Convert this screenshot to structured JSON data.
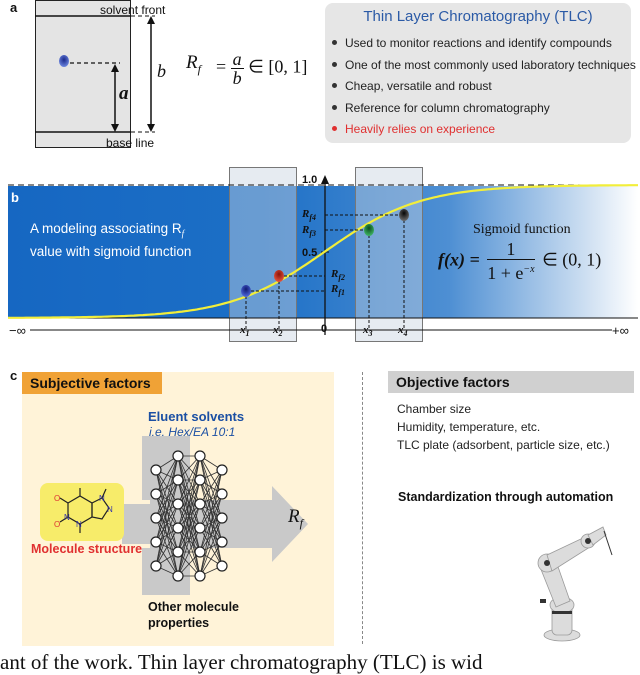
{
  "panel_a": {
    "label": "a",
    "solvent_front": "solvent front",
    "base_line": "base line",
    "a_label": "a",
    "b_label": "b",
    "formula_lhs": "R",
    "formula_sub": "f",
    "formula_rhs": "= a / b ∈ [0, 1]",
    "tlc_box": {
      "title": "Thin Layer Chromatography (TLC)",
      "bullets": [
        "Used to monitor reactions and identify compounds",
        "One of the most commonly used laboratory techniques",
        "Cheap, versatile and robust",
        "Reference for column chromatography"
      ],
      "highlight_bullet": "Heavily relies on experience"
    }
  },
  "panel_b": {
    "label": "b",
    "caption_line1": "A modeling associating R",
    "caption_sub": "f",
    "caption_line2": "value with sigmoid function",
    "sigmoid_title": "Sigmoid function",
    "formula": "f(x) = 1 / (1 + e^{-x}) ∈ (0, 1)",
    "formula_left": "f(x) =",
    "formula_num": "1",
    "formula_den": "1 + e",
    "formula_exp": "−x",
    "formula_right": "∈ (0, 1)",
    "y_ticks": [
      "1.0",
      "0.5",
      "0"
    ],
    "neg_inf": "−∞",
    "pos_inf": "+∞",
    "x_labels": [
      "x1",
      "x2",
      "x3",
      "x4"
    ],
    "x_label_text": [
      "x",
      "x",
      "x",
      "x"
    ],
    "x_label_sub": [
      "1",
      "2",
      "3",
      "4"
    ],
    "rf_labels_left": [
      {
        "main": "R",
        "sub": "f2"
      },
      {
        "main": "R",
        "sub": "f1"
      }
    ],
    "rf_labels_right": [
      {
        "main": "R",
        "sub": "f4"
      },
      {
        "main": "R",
        "sub": "f3"
      }
    ],
    "colors": {
      "spot1": "#2233aa",
      "spot2": "#cc2a1a",
      "spot3": "#1f8a3a",
      "spot4": "#222222",
      "curve": "#f2ee3a"
    }
  },
  "panel_c": {
    "label": "c",
    "subjective_title": "Subjective factors",
    "eluent_title": "Eluent solvents",
    "eluent_example": "i.e. Hex/EA 10:1",
    "molecule_label": "Molecule structure",
    "rf_main": "R",
    "rf_sub": "f",
    "other_props_1": "Other molecule",
    "other_props_2": "properties",
    "objective_title": "Objective factors",
    "objective_items": [
      "Chamber size",
      "Humidity, temperature, etc.",
      "TLC plate (adsorbent, particle size, etc.)"
    ],
    "automation": "Standardization through automation"
  },
  "bottom_text": "ant of the work. Thin layer chromatography (TLC) is wid"
}
